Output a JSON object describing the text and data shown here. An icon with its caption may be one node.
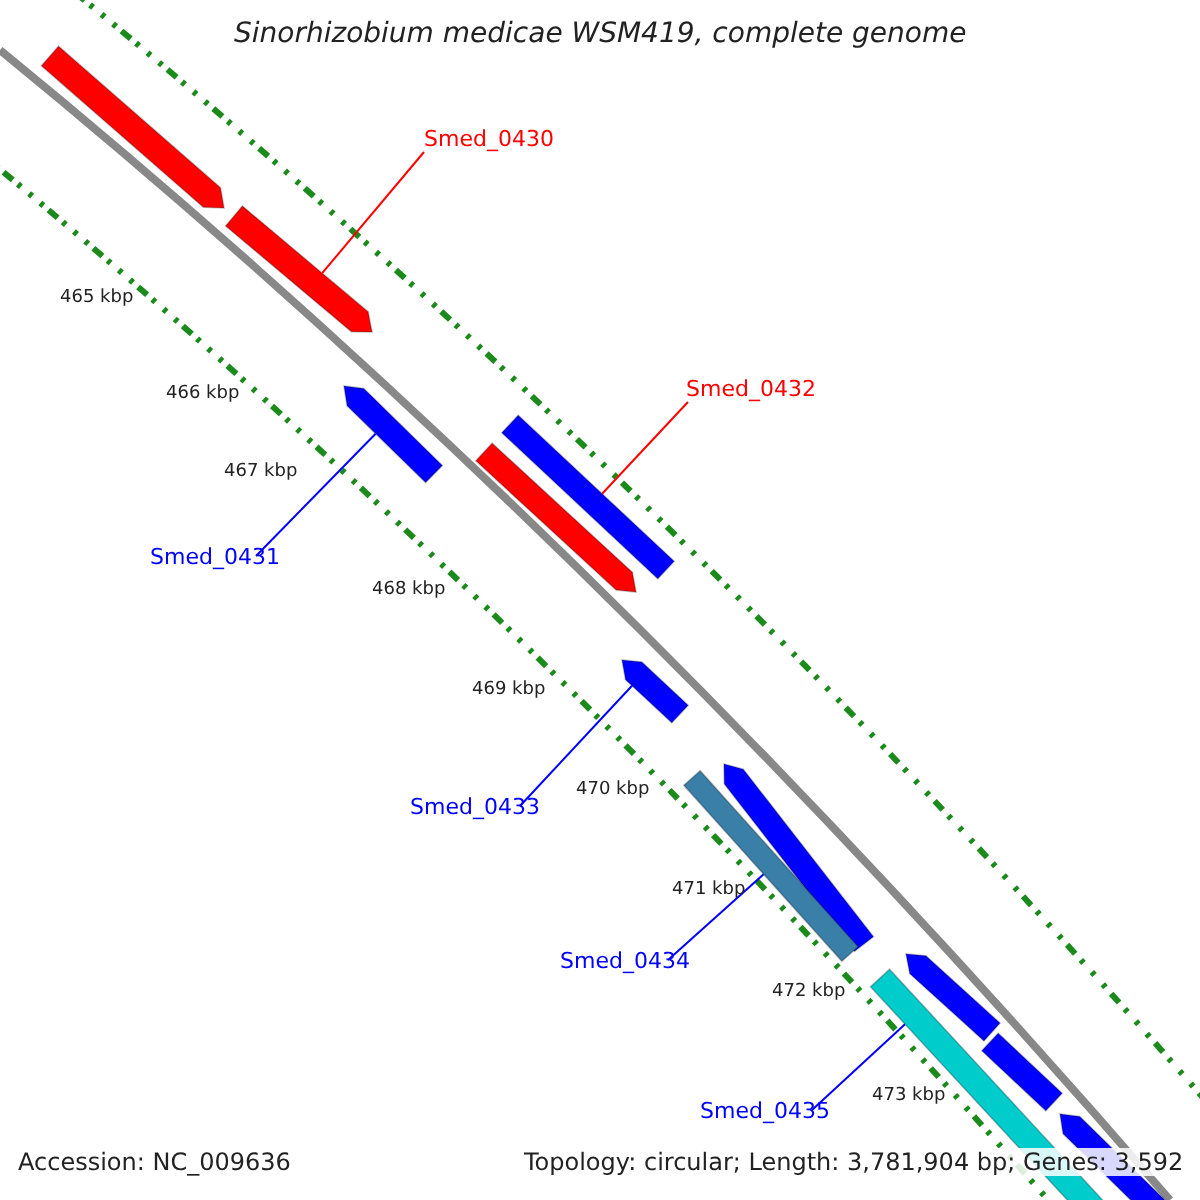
{
  "diagram": {
    "title": "Sinorhizobium medicae WSM419, complete genome",
    "nodes": [
      {
        "text": [],
        "shape": "bar"
      },
      {
        "text": [],
        "shape": "bar"
      },
      {
        "text": [],
        "shape": "bar"
      },
      {
        "text": [],
        "shape": "bar"
      },
      {
        "text": [],
        "shape": "bar"
      },
      {
        "text": [],
        "shape": "bar"
      },
      {
        "text": [],
        "shape": "bar"
      },
      {
        "text": [],
        "shape": "bar"
      },
      {
        "text": [],
        "shape": "bar"
      },
      {
        "text": [],
        "shape": "bar"
      },
      {
        "text": [],
        "shape": "bar"
      },
      {
        "text": [],
        "shape": "bar"
      },
      {
        "text": [
          "Smed_0430"
        ]
      },
      {
        "text": [
          "Smed_0432"
        ]
      },
      {
        "text": [
          "Smed_0431"
        ]
      },
      {
        "text": [
          "Smed_0433"
        ]
      },
      {
        "text": [
          "Smed_0434"
        ]
      },
      {
        "text": [
          "Smed_0435"
        ]
      }
    ],
    "edges": [
      {
        "from": 12,
        "to": 1,
        "arrow": "none",
        "color": "#ff0000"
      },
      {
        "from": 13,
        "to": 3,
        "arrow": "none",
        "color": "#ff0000"
      },
      {
        "from": 14,
        "to": 2,
        "arrow": "none"
      },
      {
        "from": 15,
        "to": 5,
        "arrow": "none"
      },
      {
        "from": 16,
        "to": 7,
        "arrow": "none"
      },
      {
        "from": 17,
        "to": 8,
        "arrow": "none"
      }
    ],
    "labels": [
      "465 kbp",
      "466 kbp",
      "467 kbp",
      "468 kbp",
      "469 kbp",
      "470 kbp",
      "471 kbp",
      "472 kbp",
      "473 kbp",
      "Accession: NC_009636",
      "Topology: circular; Length: 3,781,904 bp; Genes: 3,592"
    ]
  }
}
